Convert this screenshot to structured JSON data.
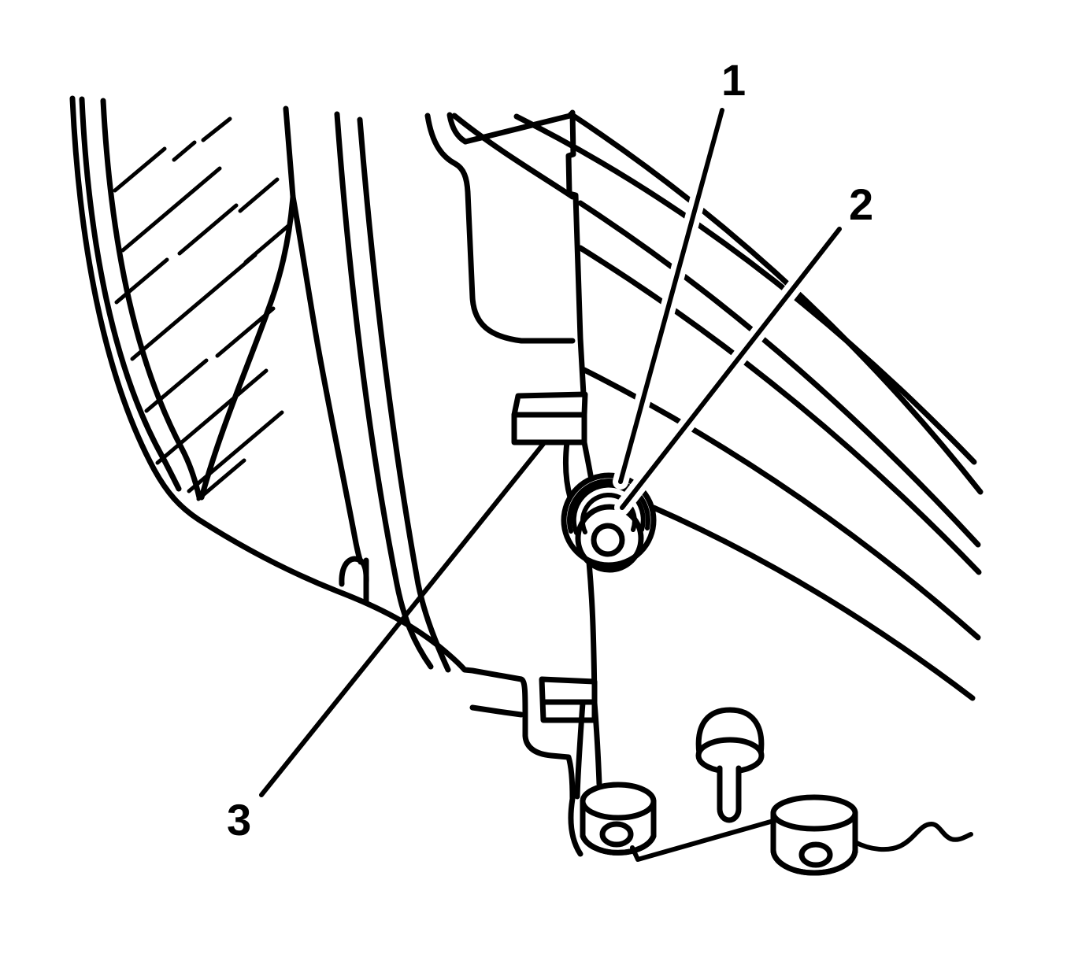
{
  "diagram": {
    "description": "Black-and-white technical line illustration of a headlamp assembly mounting area with hatched lens, mounting tabs, ribbed grommet and bushings, annotated with numbered callouts",
    "background_color": "#ffffff",
    "line_color": "#000000",
    "callouts": [
      {
        "label": "1"
      },
      {
        "label": "2"
      },
      {
        "label": "3"
      }
    ]
  }
}
